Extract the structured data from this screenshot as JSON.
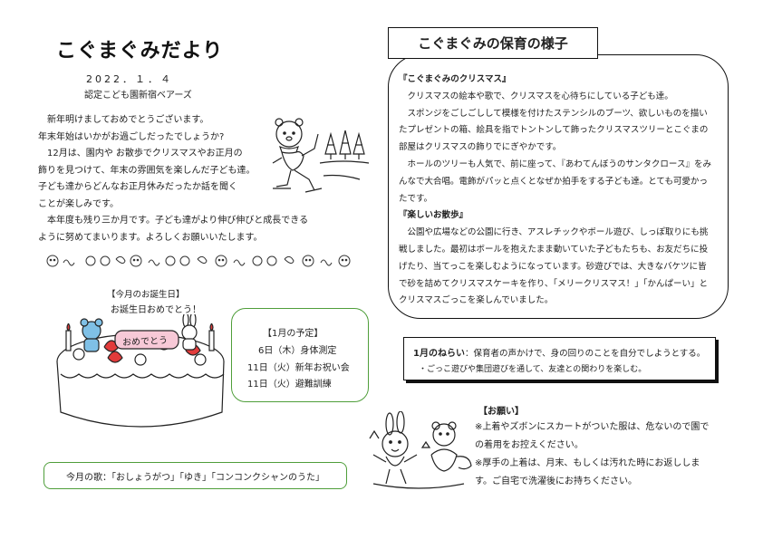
{
  "header": {
    "title": "こぐまぐみだより",
    "date": "2022．１．４",
    "school": "認定こども園新宿ベアーズ"
  },
  "intro": {
    "line1": "新年明けましておめでとうございます。",
    "line2": "年末年始はいかがお過ごしだったでしょうか?",
    "line3": "12月は、園内や お散歩でクリスマスやお正月の",
    "line4": "飾りを見つけて、年末の雰囲気を楽しんだ子ども達。",
    "line5": "子ども達からどんなお正月休みだったか話を聞く",
    "line6": "ことが楽しみです。",
    "line7": "本年度も残り三か月です。子ども達がより伸び伸びと成長できる",
    "line8": "ように努めてまいります。よろしくお願いいたします。"
  },
  "birthday": {
    "heading": "【今月のお誕生日】",
    "message": "お誕生日おめでとう！",
    "cake_plate": "おめでとう"
  },
  "schedule": {
    "title": "【1月の予定】",
    "items": [
      "6日（木）身体測定",
      "11日（火）新年お祝い会",
      "11日（火）避難訓練"
    ]
  },
  "song": {
    "text": "今月の歌：「おしょうがつ」「ゆき」「コンコンクシャンのうた」"
  },
  "right": {
    "tab_title": "こぐまぐみの保育の様子",
    "sec1_title": "『こぐまぐみのクリスマス』",
    "p1": "クリスマスの絵本や歌で、クリスマスを心待ちにしている子ども達。",
    "p2": "スポンジをごしごしして模様を付けたステンシルのブーツ、欲しいものを描いたプレゼントの箱、絵具を指でトントンして飾ったクリスマスツリーとこぐまの部屋はクリスマスの飾りでにぎやかです。",
    "p3": "ホールのツリーも人気で、前に座って、『あわてんぼうのサンタクロース』をみんなで大合唱。電飾がパッと点くとなぜか拍手をする子ども達。とても可愛かったです。",
    "sec2_title": "『楽しいお散歩』",
    "p4": "公園や広場などの公園に行き、アスレチックやボール遊び、しっぽ取りにも挑戦しました。最初はボールを抱えたまま動いていた子どもたちも、お友だちに投げたり、当てっこを楽しむようになっています。砂遊びでは、大きなバケツに皆で砂を詰めてクリスマスケーキを作り、「メリークリスマス！」「かんぱーい」とクリスマスごっこを楽しんでいました。"
  },
  "aim": {
    "label": "1月のねらい",
    "line1": "：保育者の声かけで、身の回りのことを自分でしようとする。",
    "line2": "・ごっこ遊びや集団遊びを通して、友達との関わりを楽しむ。"
  },
  "request": {
    "title": "【お願い】",
    "p1": "※上着やズボンにスカートがついた服は、危ないので園での着用をお控えください。",
    "p2": "※厚手の上着は、月末、もしくは汚れた時にお返しします。ご自宅で洗濯後にお持ちください。"
  },
  "colors": {
    "green_border": "#4f9e3a",
    "candle_red": "#e23b3b",
    "plate_pink": "#f7c9d7",
    "bear_blue": "#7fc0e6"
  }
}
